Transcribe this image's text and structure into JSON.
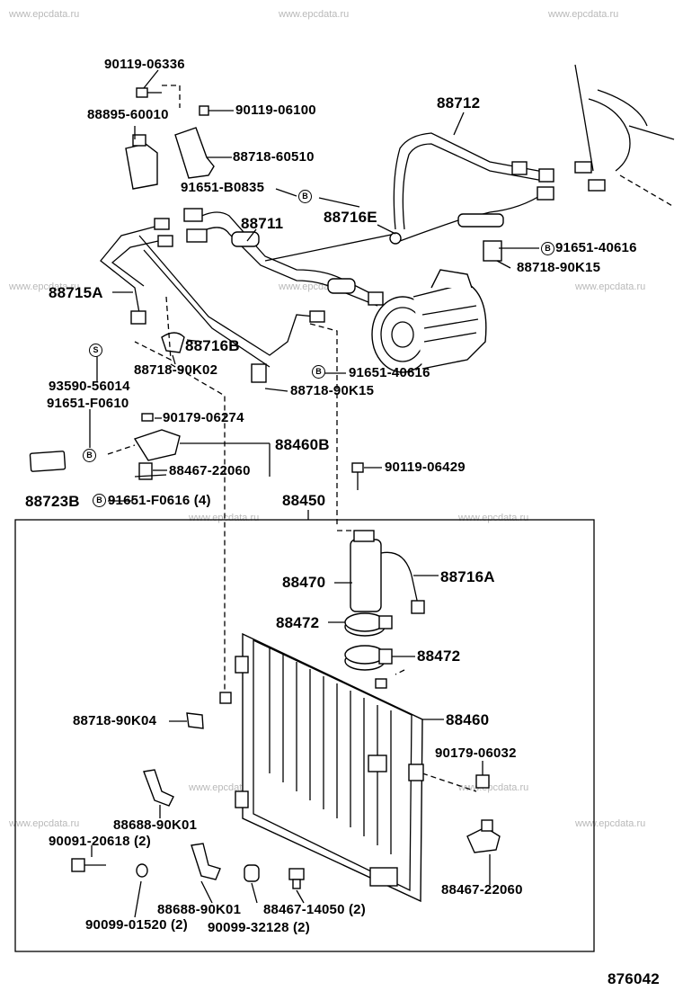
{
  "watermark": "www.epcdata.ru",
  "diagram_code": "876042",
  "labels": {
    "l1": "90119-06336",
    "l2": "88895-60010",
    "l3": "90119-06100",
    "l4": "88712",
    "l5": "88718-60510",
    "l6": "91651-B0835",
    "l7": "88716E",
    "l8": "88711",
    "l9": "91651-40616",
    "l10": "88718-90K15",
    "l11": "88715A",
    "l12": "88716B",
    "l13": "88718-90K02",
    "l14": "91651-40616",
    "l15": "93590-56014",
    "l16": "88718-90K15",
    "l17": "91651-F0610",
    "l18": "90179-06274",
    "l19": "88460B",
    "l20": "88467-22060",
    "l21": "90119-06429",
    "l22": "88723B",
    "l23": "91651-F0616 (4)",
    "l24": "88450",
    "l25": "88470",
    "l26": "88716A",
    "l27": "88472",
    "l28": "88472",
    "l29": "88718-90K04",
    "l30": "88460",
    "l31": "90179-06032",
    "l32": "88688-90K01",
    "l33": "90091-20618 (2)",
    "l34": "88467-22060",
    "l35": "88688-90K01",
    "l36": "88467-14050 (2)",
    "l37": "90099-01520 (2)",
    "l38": "90099-32128 (2)"
  },
  "badges": {
    "b": "B",
    "s": "S"
  }
}
